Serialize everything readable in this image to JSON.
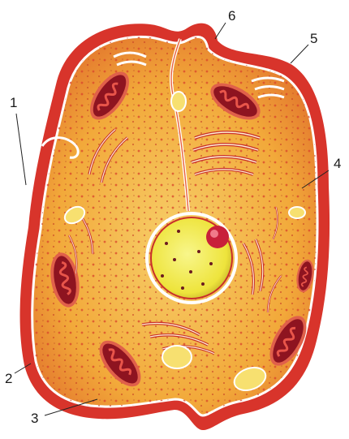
{
  "diagram": {
    "labels": [
      {
        "id": "1",
        "text": "1"
      },
      {
        "id": "2",
        "text": "2"
      },
      {
        "id": "3",
        "text": "3"
      },
      {
        "id": "4",
        "text": "4"
      },
      {
        "id": "5",
        "text": "5"
      },
      {
        "id": "6",
        "text": "6"
      }
    ],
    "colors": {
      "membrane": "#d8342b",
      "membrane_highlight": "#ffffff",
      "cytoplasm": "#f2a93a",
      "cytoplasm_light": "#f7cf6a",
      "granule": "#d9452a",
      "mitochondrion": "#8e1420",
      "mitochondrion_rim": "#e0604a",
      "reticulum": "#c9302a",
      "nucleus": "#f2ef4a",
      "nucleus_rim": "#c7b52a",
      "nucleolus": "#c8203a",
      "vacuole": "#f7e070"
    }
  }
}
